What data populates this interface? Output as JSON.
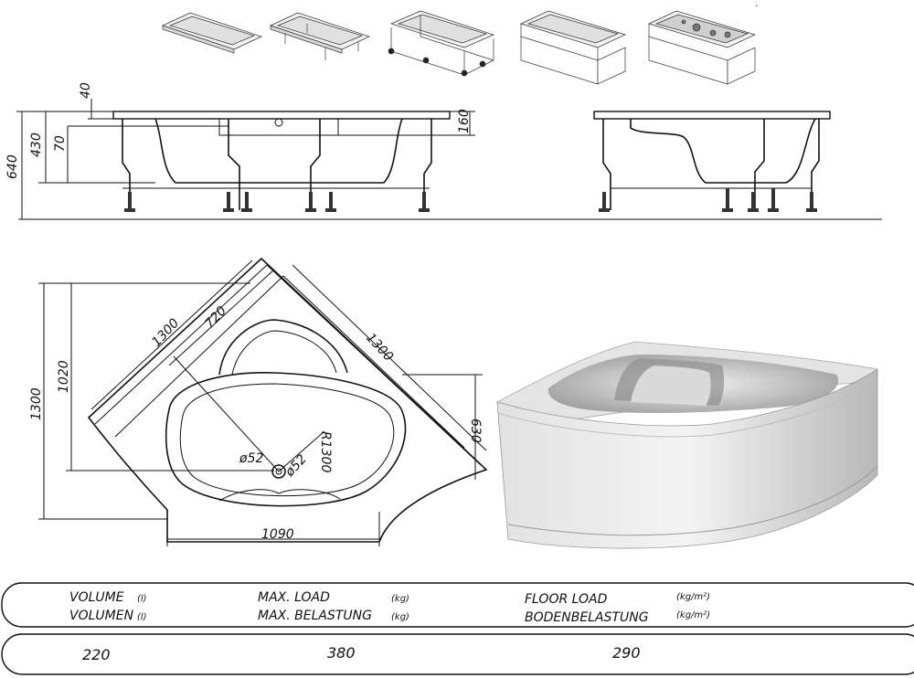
{
  "side_view_dims": {
    "d40": "40",
    "d430": "430",
    "d70": "70",
    "d640": "640",
    "d160": "160"
  },
  "plan_dims": {
    "d1300_left": "1300",
    "d1020": "1020",
    "d1300_diag_left": "1300",
    "d720": "720",
    "d1300_diag_right": "1300",
    "d630": "630",
    "r1300": "R1300",
    "drain1": "ø52",
    "drain2": "ø52",
    "d1090": "1090"
  },
  "specs": {
    "volume_en": "VOLUME",
    "volume_de": "VOLUMEN",
    "volume_unit": "(l)",
    "load_en": "MAX. LOAD",
    "load_de": "MAX. BELASTUNG",
    "load_unit": "(kg)",
    "floor_en": "FLOOR LOAD",
    "floor_de": "BODENBELASTUNG",
    "floor_unit": "(kg/m²)",
    "volume_value": "220",
    "load_value": "380",
    "floor_value": "290"
  },
  "icons": [
    "bathtub-plain-icon",
    "bathtub-legs-icon",
    "bathtub-frame-icon",
    "bathtub-panel-icon",
    "bathtub-panel-jets-icon"
  ]
}
